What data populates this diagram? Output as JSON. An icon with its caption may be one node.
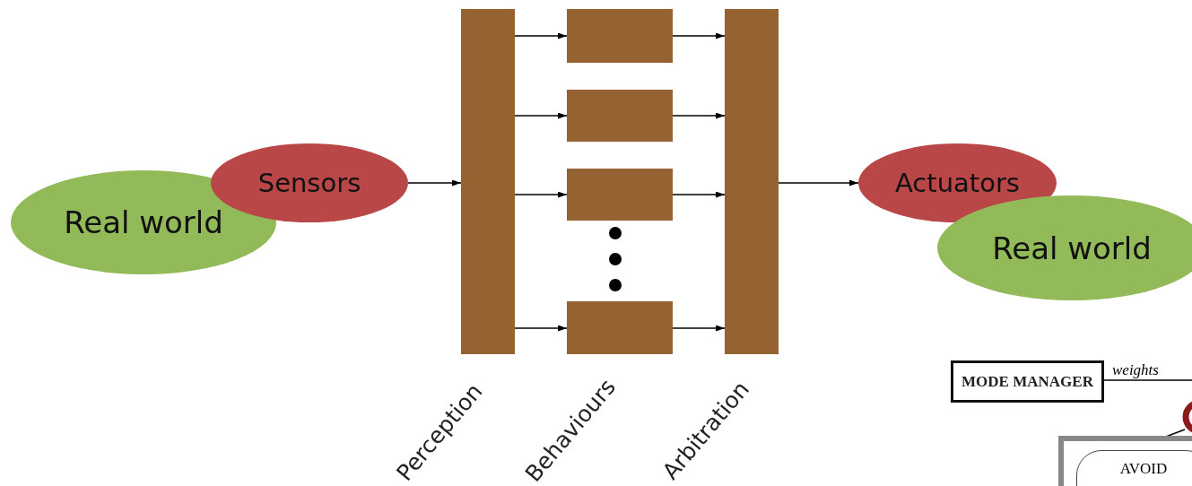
{
  "diagram": {
    "nodes": [
      {
        "text": [
          "Real world"
        ]
      },
      {
        "text": [
          "Sensors"
        ]
      },
      {
        "text": [],
        "shape": "bar",
        "beside": [
          "Perception"
        ]
      },
      {
        "text": [],
        "shape": "box"
      },
      {
        "text": [],
        "shape": "box"
      },
      {
        "text": [],
        "shape": "box"
      },
      {
        "text": [],
        "shape": "box"
      },
      {
        "text": [],
        "shape": "bar",
        "beside": [
          "Arbitration"
        ]
      },
      {
        "text": [
          "Actuators"
        ]
      },
      {
        "text": [
          "Real world"
        ]
      },
      {
        "text": [
          "MODE MANAGER"
        ]
      },
      {
        "text": [],
        "shape": "circle"
      },
      {
        "text": [],
        "shape": "box"
      },
      {
        "text": [
          "AVOID"
        ],
        "in": 12
      }
    ],
    "edges": [
      {
        "from": 1,
        "to": 2,
        "arrow": "to"
      },
      {
        "from": 2,
        "to": 3,
        "arrow": "to"
      },
      {
        "from": 2,
        "to": 4,
        "arrow": "to"
      },
      {
        "from": 2,
        "to": 5,
        "arrow": "to"
      },
      {
        "from": 2,
        "to": 6,
        "arrow": "to"
      },
      {
        "from": 3,
        "to": 7,
        "arrow": "to"
      },
      {
        "from": 4,
        "to": 7,
        "arrow": "to"
      },
      {
        "from": 5,
        "to": 7,
        "arrow": "to"
      },
      {
        "from": 6,
        "to": 7,
        "arrow": "to"
      },
      {
        "from": 7,
        "to": 8,
        "arrow": "to"
      },
      {
        "from": 10,
        "to": null,
        "arrow": "none",
        "label": "weights"
      },
      {
        "from": 11,
        "to": 13,
        "arrow": "none"
      }
    ],
    "labels": [
      "Behaviours"
    ]
  }
}
